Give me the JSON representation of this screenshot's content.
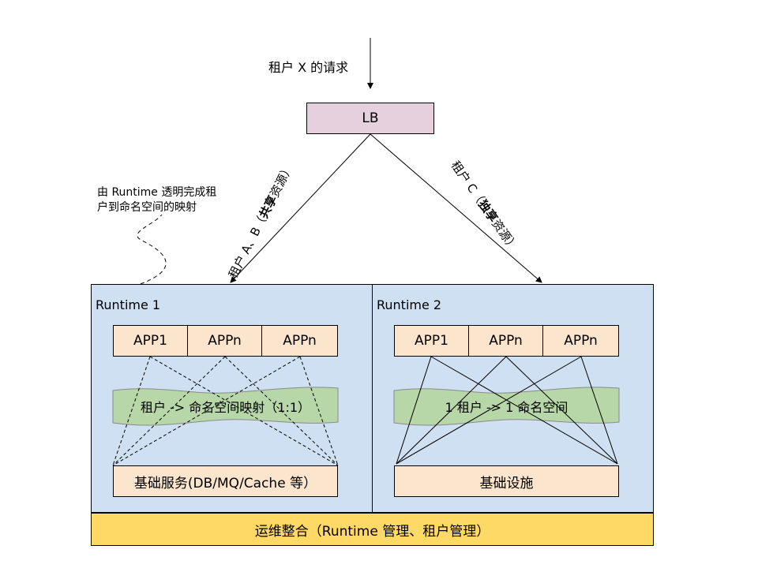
{
  "request_label": "租户 X 的请求",
  "lb_label": "LB",
  "route_left": {
    "prefix": "租户 A、B（",
    "bold": "共享",
    "suffix": "资源）"
  },
  "route_right": {
    "prefix": "租户 C（",
    "bold": "独享",
    "suffix": "资源）"
  },
  "note_line1": "由 Runtime 透明完成租",
  "note_line2": "户到命名空间的映射",
  "runtime1": {
    "title": "Runtime 1",
    "apps": [
      "APP1",
      "APPn",
      "APPn"
    ],
    "mapping": "租户 -> 命名空间映射（1:1）",
    "base": "基础服务(DB/MQ/Cache 等）"
  },
  "runtime2": {
    "title": "Runtime 2",
    "apps": [
      "APP1",
      "APPn",
      "APPn"
    ],
    "mapping": "1 租户 -> 1 命名空间",
    "base": "基础设施"
  },
  "ops_label": "运维整合（Runtime 管理、租户管理）",
  "colors": {
    "lb_fill": "#e6d0de",
    "runtime_fill": "#cfe0f2",
    "app_fill": "#fce5cd",
    "mapping_fill": "#b7d7a8",
    "ops_fill": "#ffd966"
  }
}
